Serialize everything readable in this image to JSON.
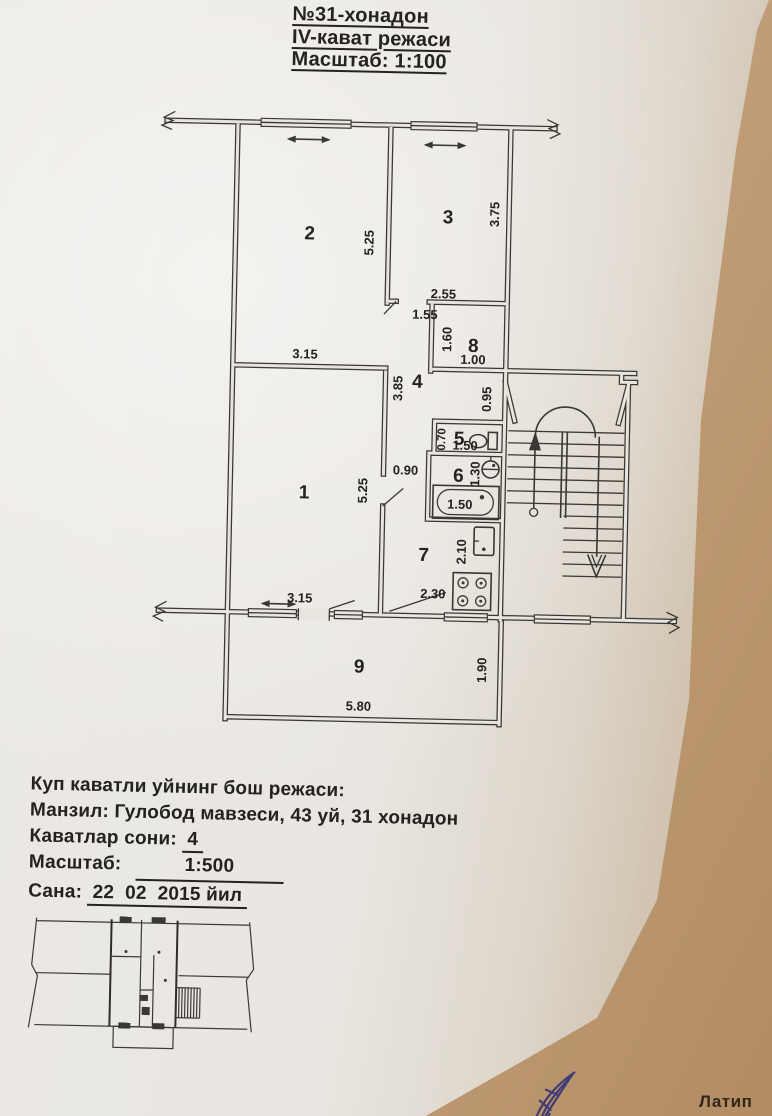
{
  "header": {
    "apartment_line": "№31-хонадон",
    "floor_line": "IV-кават режаси",
    "scale_line": "Масштаб: 1:100"
  },
  "floor_plan": {
    "rooms": [
      {
        "label": "1"
      },
      {
        "label": "2"
      },
      {
        "label": "3"
      },
      {
        "label": "4"
      },
      {
        "label": "5"
      },
      {
        "label": "6"
      },
      {
        "label": "7"
      },
      {
        "label": "8"
      },
      {
        "label": "9"
      }
    ],
    "dimensions": {
      "room2_height": "5.25",
      "room2_width": "3.15",
      "room3_height": "3.75",
      "room3_width": "2.55",
      "room3_opening": "1.55",
      "room8_height": "1.60",
      "room8_width": "1.00",
      "hall_length": "3.85",
      "entry_width": "0.95",
      "wc_height": "0.70",
      "wc_width": "1.50",
      "bath_height": "1.30",
      "bath_width": "1.50",
      "hall_door": "0.90",
      "room1_height": "5.25",
      "room1_width": "3.15",
      "kitchen_sink_depth": "2.10",
      "kitchen_width": "2.30",
      "balcony_height": "1.90",
      "balcony_width": "5.80"
    }
  },
  "footer": {
    "title": "Куп каватли уйнинг бош режаси:",
    "address": "Манзил: Гулобод мавзеси, 43 уй, 31 хонадон",
    "floors_label": "Каватлар сони:",
    "floors_value": "4",
    "scale_label": "Масштаб:",
    "scale_value": "1:500",
    "date_label": "Сана:",
    "date_value": "22  02  2015 йил"
  },
  "signature": {
    "name_fragment": "Латип"
  },
  "colors": {
    "paper": "#e8e5df",
    "table": "#c5a37f",
    "ink": "#3a3834",
    "signature_ink": "#443d74"
  }
}
